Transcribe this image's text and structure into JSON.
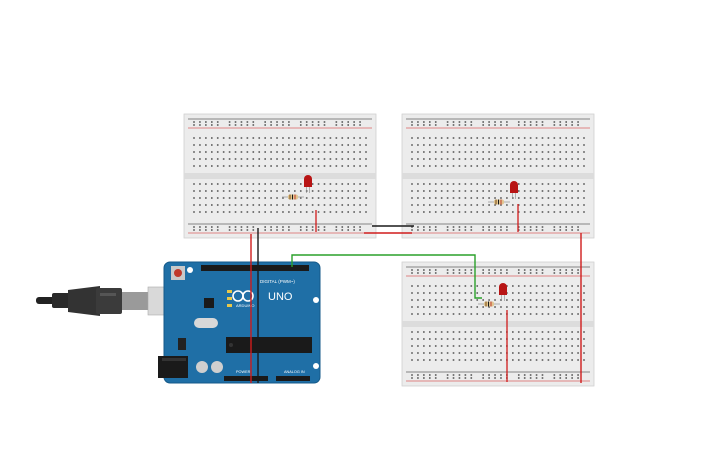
{
  "arduino": {
    "board_name": "UNO",
    "brand": "ARDUINO",
    "digital_label": "DIGITAL (PWM~)",
    "power_label": "POWER",
    "analog_label": "ANALOG IN",
    "on_label": "ON",
    "tx_label": "TX",
    "rx_label": "RX",
    "l_label": "L"
  },
  "breadboards": [
    {
      "id": "top-left",
      "led_color": "#b81414"
    },
    {
      "id": "top-right",
      "led_color": "#b81414"
    },
    {
      "id": "bottom-right",
      "led_color": "#b81414"
    }
  ],
  "wire_colors": {
    "power": "#d01c1c",
    "ground": "#1a1a1a",
    "signal": "#2aa02a"
  }
}
